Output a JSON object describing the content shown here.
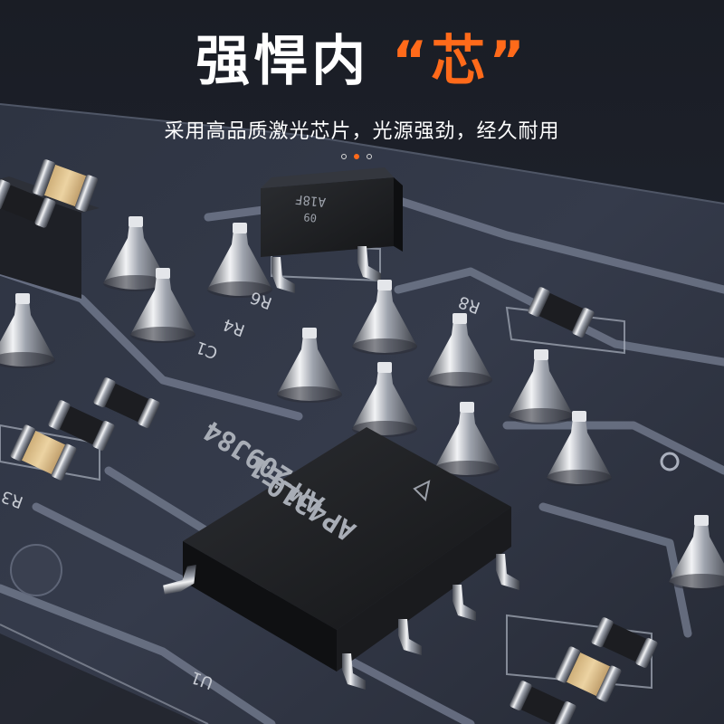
{
  "header": {
    "title_main": "强悍内",
    "title_highlight": "“芯”",
    "subtitle": "采用高品质激光芯片，光源强劲，经久耐用"
  },
  "carousel": {
    "count": 3,
    "active_index": 1
  },
  "chips": {
    "main_line1": "AP4310",
    "main_line2": "AM-E1",
    "main_line3": "209J84",
    "small_line1": "A18F",
    "small_line2": "09"
  },
  "silkscreen": {
    "r6": "R6",
    "r4": "R4",
    "c1": "C1",
    "r8": "R8",
    "r3": "R3",
    "u1": "U1"
  },
  "colors": {
    "accent": "#ff6a1a",
    "board": "#2a2f3d",
    "trace": "#6e7688"
  }
}
